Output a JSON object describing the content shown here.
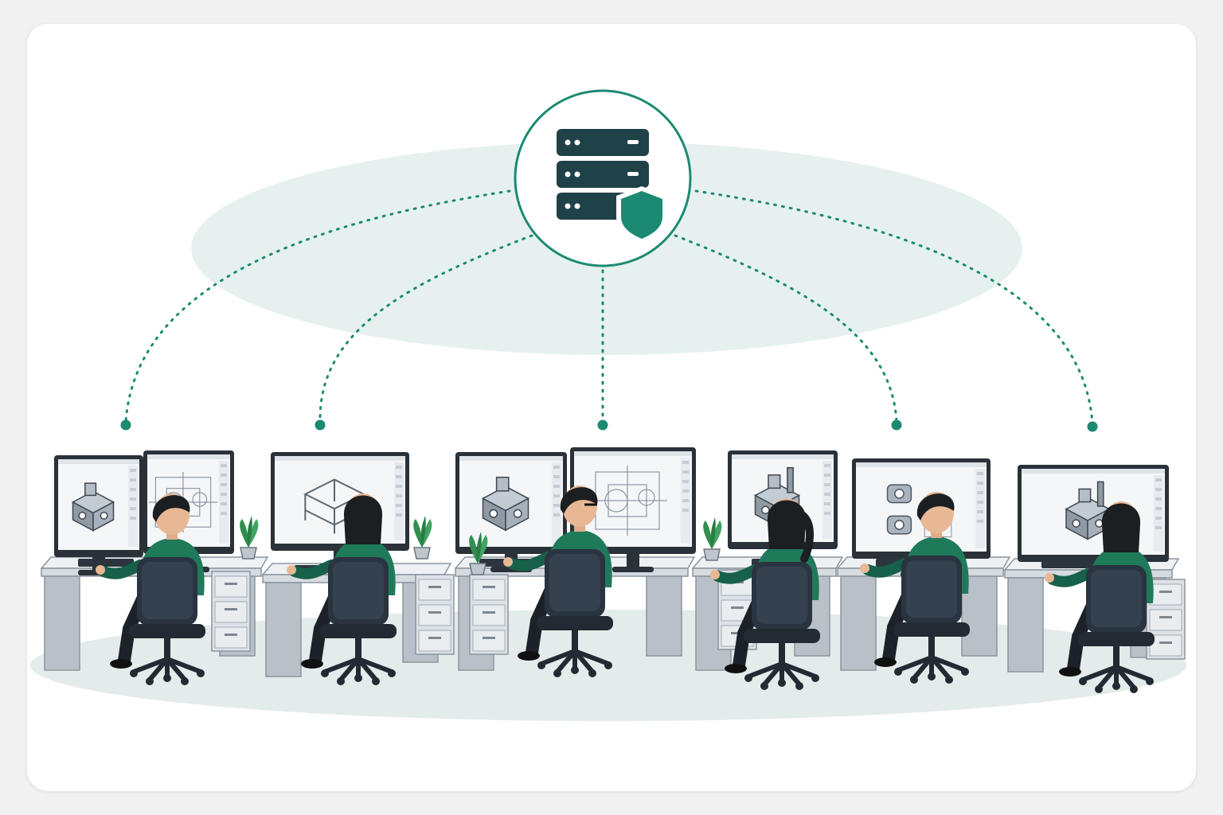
{
  "colors": {
    "accent": "#1c8a72",
    "server_dark": "#1f4248",
    "shield": "#1c8a72",
    "ellipse": "#e6f1ef",
    "floor": "#e3ebeb",
    "shirt": "#1f7a5a",
    "shirt_dark": "#17604a",
    "hair": "#1c1f22",
    "chair": "#2a3340",
    "desk": "#d6dbe0",
    "desk_side": "#b9c0c8",
    "monitor": "#2a3138",
    "screen": "#f4f6f8"
  },
  "hub": {
    "icon": "server-shield-icon"
  },
  "workstations": [
    {
      "id": 1,
      "screens": 2,
      "worker": "male",
      "plant": true,
      "cabinet": "right",
      "screen_content": [
        "cad-assembly",
        "cad-drawing"
      ]
    },
    {
      "id": 2,
      "screens": 1,
      "worker": "female",
      "plant": true,
      "cabinet": "right",
      "screen_content": [
        "cad-frame"
      ]
    },
    {
      "id": 3,
      "screens": 2,
      "worker": "male-glasses",
      "plant": true,
      "cabinet": "left",
      "screen_content": [
        "cad-assembly",
        "cad-drawing"
      ]
    },
    {
      "id": 4,
      "screens": 1,
      "worker": "female-ponytail",
      "plant": true,
      "cabinet": "left",
      "screen_content": [
        "cad-machine"
      ]
    },
    {
      "id": 5,
      "screens": 1,
      "worker": "male",
      "plant": false,
      "cabinet": "none",
      "screen_content": [
        "cad-parts"
      ]
    },
    {
      "id": 6,
      "screens": 1,
      "worker": "female",
      "plant": false,
      "cabinet": "right",
      "screen_content": [
        "cad-machine"
      ]
    }
  ]
}
